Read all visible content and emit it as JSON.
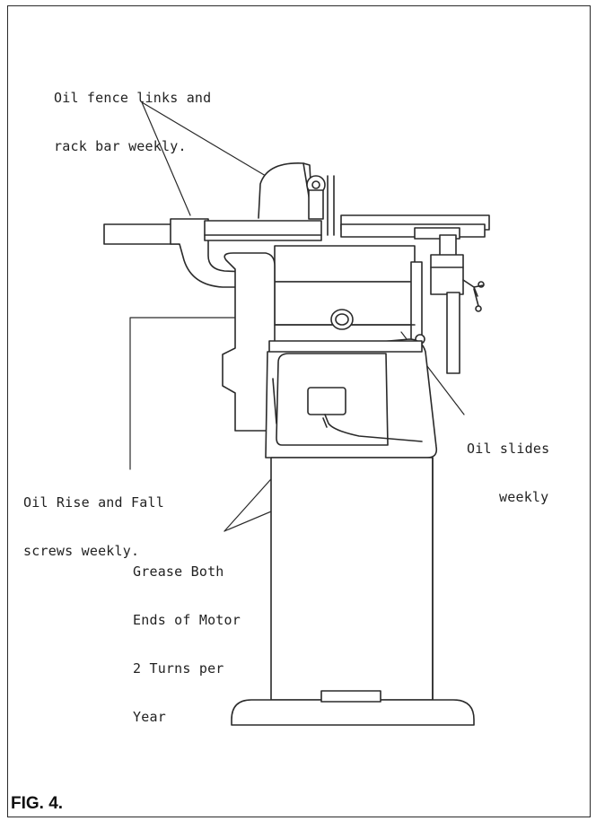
{
  "figure": {
    "label": "FIG. 4."
  },
  "callouts": {
    "fence": {
      "line1": "Oil fence links and",
      "line2": "rack bar weekly."
    },
    "slides": {
      "line1": "Oil slides",
      "line2": "weekly"
    },
    "rise_fall": {
      "line1": "Oil Rise and Fall",
      "line2": "screws weekly."
    },
    "grease": {
      "line1": "Grease Both",
      "line2": "Ends of Motor",
      "line3": "2 Turns per",
      "line4": "Year"
    }
  },
  "colors": {
    "ink": "#222222",
    "background": "#ffffff"
  }
}
